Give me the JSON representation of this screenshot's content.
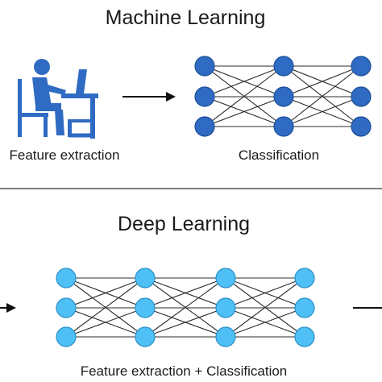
{
  "machine_learning": {
    "title": "Machine Learning",
    "step1_label": "Feature extraction",
    "step2_label": "Classification",
    "network_layers": [
      3,
      3,
      3
    ],
    "node_color": "#2f6bc2"
  },
  "deep_learning": {
    "title": "Deep Learning",
    "network_label": "Feature extraction + Classification",
    "network_layers": [
      3,
      3,
      3,
      3
    ],
    "node_color": "#4fc0f5"
  },
  "icons": {
    "person": "person-at-desk-icon"
  }
}
